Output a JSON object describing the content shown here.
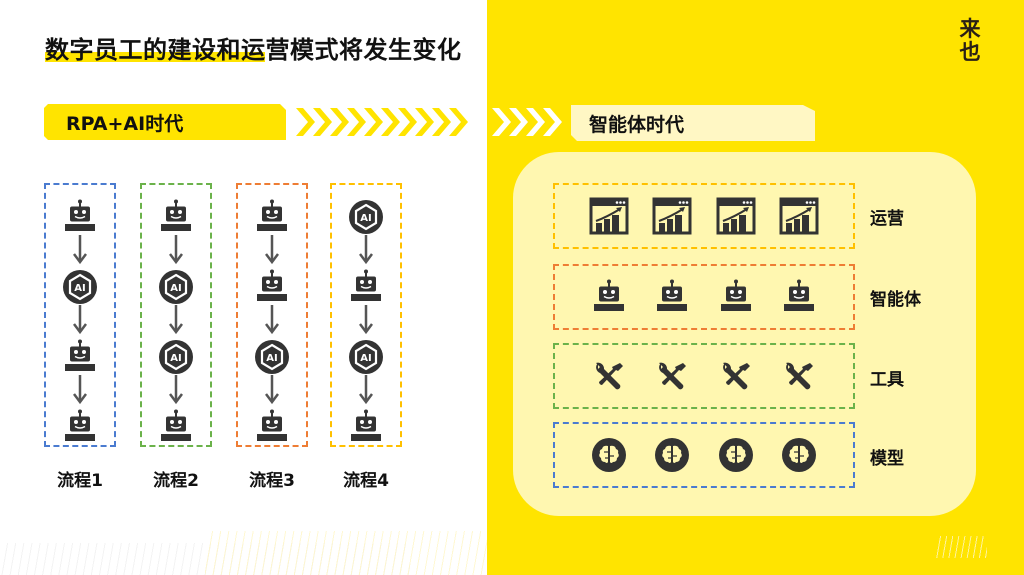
{
  "slide": {
    "title": "数字员工的建设和运营模式将发生变化",
    "logo": "来也",
    "colors": {
      "brand_yellow": "#FFE400",
      "light_yellow_panel": "#FFF7B0",
      "light_yellow_tag": "#FFF7C4",
      "icon_dark": "#333333",
      "blue": "#4A7BD0",
      "green": "#6BB24A",
      "orange": "#EE7D34",
      "amber": "#FFC000"
    }
  },
  "eras": {
    "left": "RPA+AI时代",
    "right": "智能体时代"
  },
  "flows": [
    {
      "label": "流程1",
      "border_color": "#4A7BD0",
      "nodes": [
        "robot",
        "ai",
        "robot",
        "robot"
      ]
    },
    {
      "label": "流程2",
      "border_color": "#6BB24A",
      "nodes": [
        "robot",
        "ai",
        "ai",
        "robot"
      ]
    },
    {
      "label": "流程3",
      "border_color": "#EE7D34",
      "nodes": [
        "robot",
        "robot",
        "ai",
        "robot"
      ]
    },
    {
      "label": "流程4",
      "border_color": "#FFC000",
      "nodes": [
        "ai",
        "robot",
        "ai",
        "robot"
      ]
    }
  ],
  "layers": [
    {
      "label": "运营",
      "border_color": "#FFC000",
      "icon": "analytics-chart-icon",
      "count": 4
    },
    {
      "label": "智能体",
      "border_color": "#EE7D34",
      "icon": "robot-icon",
      "count": 4
    },
    {
      "label": "工具",
      "border_color": "#6BB24A",
      "icon": "tools-icon",
      "count": 4
    },
    {
      "label": "模型",
      "border_color": "#4A7BD0",
      "icon": "brain-icon",
      "count": 4
    }
  ]
}
